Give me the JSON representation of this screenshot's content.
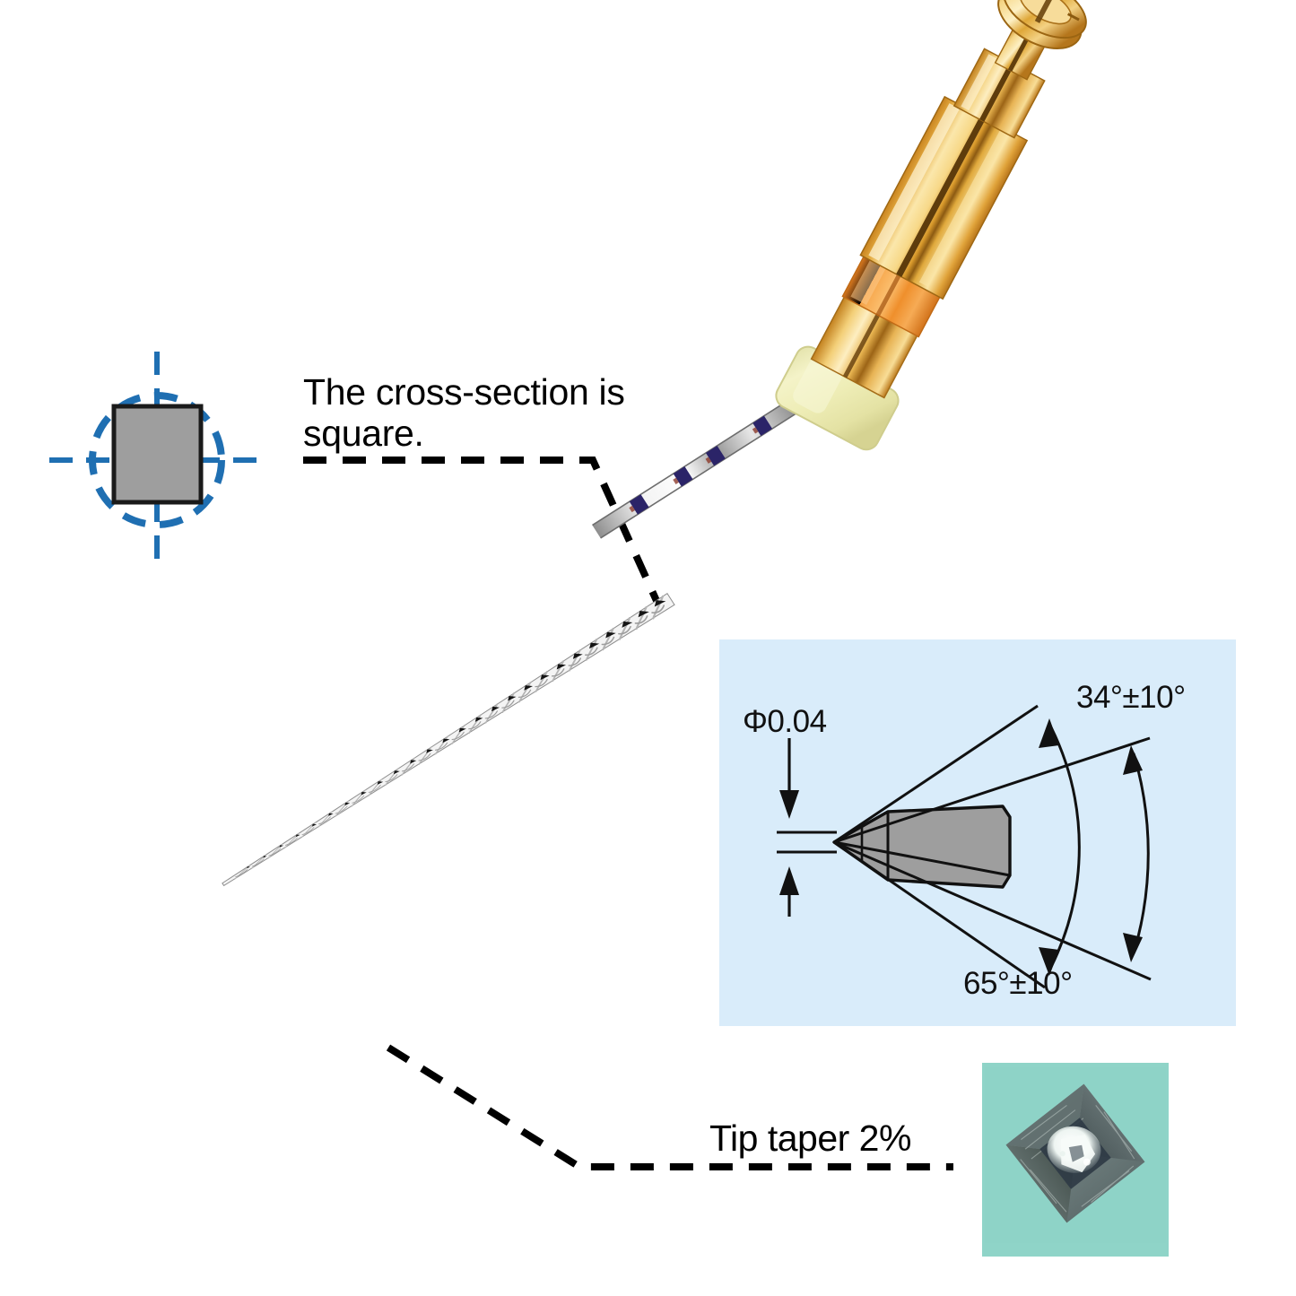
{
  "diagram": {
    "title": "Endodontic rotary file technical illustration",
    "background_color": "#ffffff"
  },
  "callouts": [
    {
      "id": "cross-section",
      "text": "The cross-section is\nsquare.",
      "leader": "dashed-black"
    },
    {
      "id": "tip-taper",
      "text": "Tip taper 2%",
      "leader": "dashed-black"
    }
  ],
  "cross_section_inset": {
    "name": "square-cross-section",
    "square_fill": "#9e9e9e",
    "square_stroke": "#1a1a1a",
    "circle_stroke": "#1f6fb2",
    "centerline_stroke": "#1f6fb2",
    "style": "dashed circle with dashed centre lines around solid square"
  },
  "tip_geometry_panel": {
    "name": "tip-geometry-panel",
    "background_color": "#d9ecfa",
    "tip_fill": "#9e9e9e",
    "tip_stroke": "#111111",
    "diameter_label": "Φ0.04",
    "outer_angle_label": "34°±10°",
    "inner_angle_label": "65°±10°",
    "dimensions": {
      "tip_diameter_mm": 0.04,
      "outer_angle_deg": 34,
      "outer_angle_tolerance_deg": 10,
      "inner_angle_deg": 65,
      "inner_angle_tolerance_deg": 10
    }
  },
  "micro_photo": {
    "name": "cross-section-micrograph",
    "background_color": "#8fd4c8",
    "description": "Microscope photo of square file cross-section",
    "border_color": "#ffffff"
  },
  "instrument": {
    "name": "endodontic-file",
    "handle_color": "#e8a93a",
    "handle_highlight": "#fbe3a0",
    "band_color": "#ef8c2a",
    "silicone_stop_color": "#efeeb4",
    "shaft_color": "#c9c9c9",
    "depth_marker_color": "#2b2468",
    "depth_marker_count": 4,
    "flute_color": "#1b1b1b",
    "parts": [
      "knurled-knob",
      "gold-handle",
      "orange-band",
      "silicone-stop",
      "marked-shaft",
      "fluted-working-part",
      "tip"
    ]
  }
}
